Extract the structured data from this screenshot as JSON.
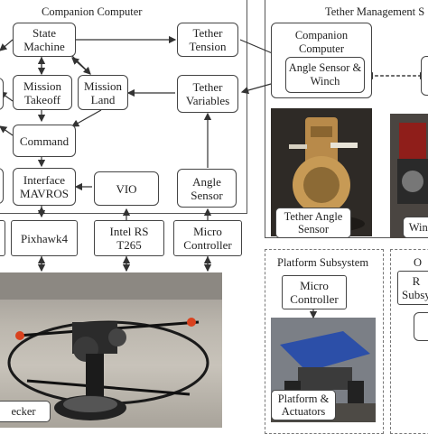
{
  "panels": {
    "companion_computer": {
      "title": "Companion Computer"
    },
    "tether_management": {
      "title": "Tether Management S"
    },
    "platform_subsystem": {
      "title": "Platform Subsystem"
    },
    "right_partial": {
      "title": "O"
    }
  },
  "blocks": {
    "state_machine": "State\nMachine",
    "tether_tension": "Tether\nTension",
    "mission_takeoff": "Mission\nTakeoff",
    "mission_land": "Mission\nLand",
    "tether_variables": "Tether\nVariables",
    "command": "Command",
    "interface_mavros": "Interface\nMAVROS",
    "vio": "VIO",
    "angle_sensor": "Angle\nSensor",
    "pixhawk": "Pixhawk4",
    "intel_rs": "Intel RS\nT265",
    "micro_controller": "Micro\nController",
    "tm_companion_computer": "Companion\nComputer",
    "angle_sensor_winch": "Angle Sensor &\nWinch",
    "platform_micro_controller": "Micro\nController",
    "right_partial_box": "R\nSubsy"
  },
  "captions": {
    "tether_angle_sensor": "Tether Angle\nSensor",
    "winch": "Winc",
    "drone": "ecker",
    "platform_actuators": "Platform &\nActuators"
  },
  "colors": {
    "line": "#333333",
    "panel_border": "#555555",
    "dashed_border": "#777777"
  }
}
